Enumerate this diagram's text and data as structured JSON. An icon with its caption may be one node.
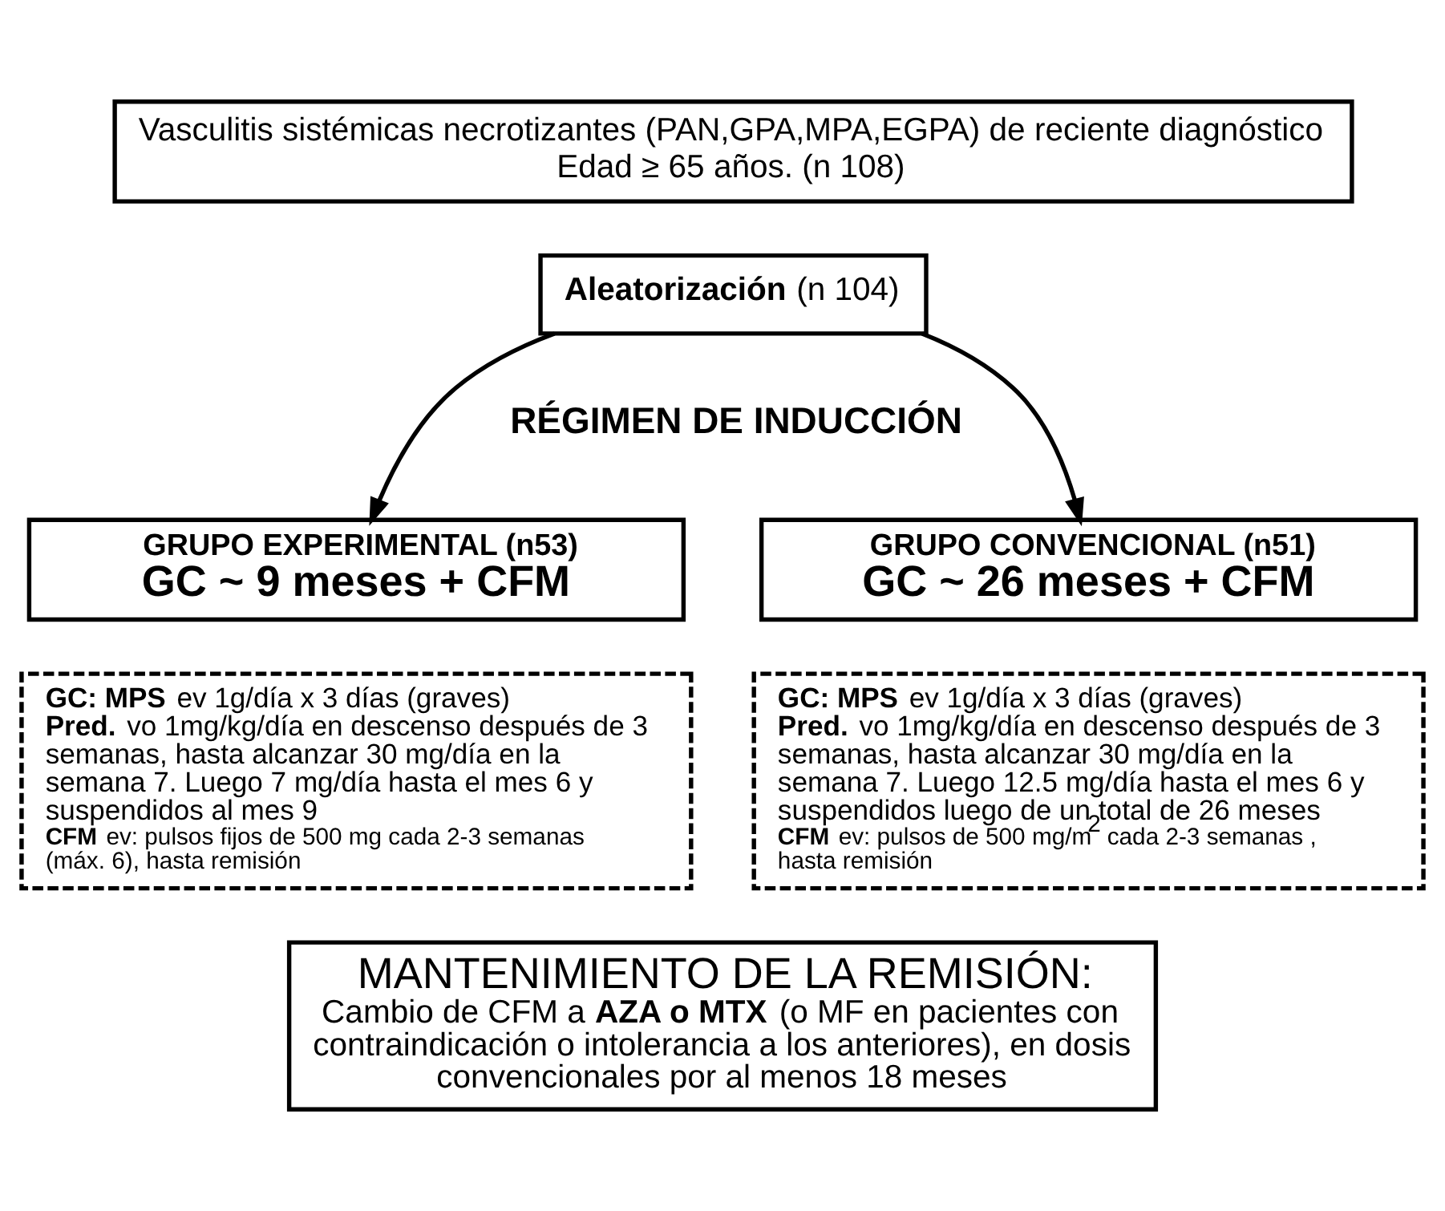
{
  "diagram": {
    "nodes": [
      {
        "text": [
          "Vasculitis sistémicas necrotizantes (PAN,GPA,MPA,EGPA) de reciente diagnóstico",
          "Edad ≥ 65 años. (n 108)"
        ]
      },
      {
        "text": [
          "**Aleatorización** (n 104)"
        ]
      },
      {
        "text": [
          "GRUPO EXPERIMENTAL (n53)",
          "GC ~ 9 meses + CFM"
        ]
      },
      {
        "text": [
          "**GC: MPS** ev 1g/día x 3 días (graves)",
          "**Pred.** vo 1mg/kg/día en descenso después de 3 semanas, hasta alcanzar 30 mg/día en la semana 7. Luego 7 mg/día hasta el mes 6 y suspendidos al mes 9",
          "**CFM** ev: pulsos fijos de 500 mg cada 2-3 semanas (máx. 6), hasta remisión"
        ]
      },
      {
        "text": [
          "GRUPO CONVENCIONAL (n51)",
          "GC ~ 26 meses + CFM"
        ]
      },
      {
        "text": [
          "**GC: MPS** ev 1g/día x 3 días (graves)",
          "**Pred.** vo 1mg/kg/día en descenso después de 3 semanas, hasta alcanzar 30 mg/día en la semana 7. Luego 12.5 mg/día hasta el mes 6 y suspendidos luego de un total de 26 meses",
          "**CFM** ev: pulsos de 500 mg/m$^{2}$ cada 2-3 semanas , hasta remisión"
        ]
      },
      {
        "text": [
          "MANTENIMIENTO DE LA REMISIÓN:",
          "Cambio de CFM a **AZA o MTX** (o MF en pacientes con contraindicación o intolerancia a los anteriores), en dosis convencionales por al menos 18 meses"
        ]
      }
    ],
    "edges": [
      {
        "from": 1,
        "to": 2,
        "arrow": "to"
      },
      {
        "from": 1,
        "to": 4,
        "arrow": "to"
      }
    ],
    "labels": [
      "RÉGIMEN DE INDUCCIÓN"
    ]
  }
}
